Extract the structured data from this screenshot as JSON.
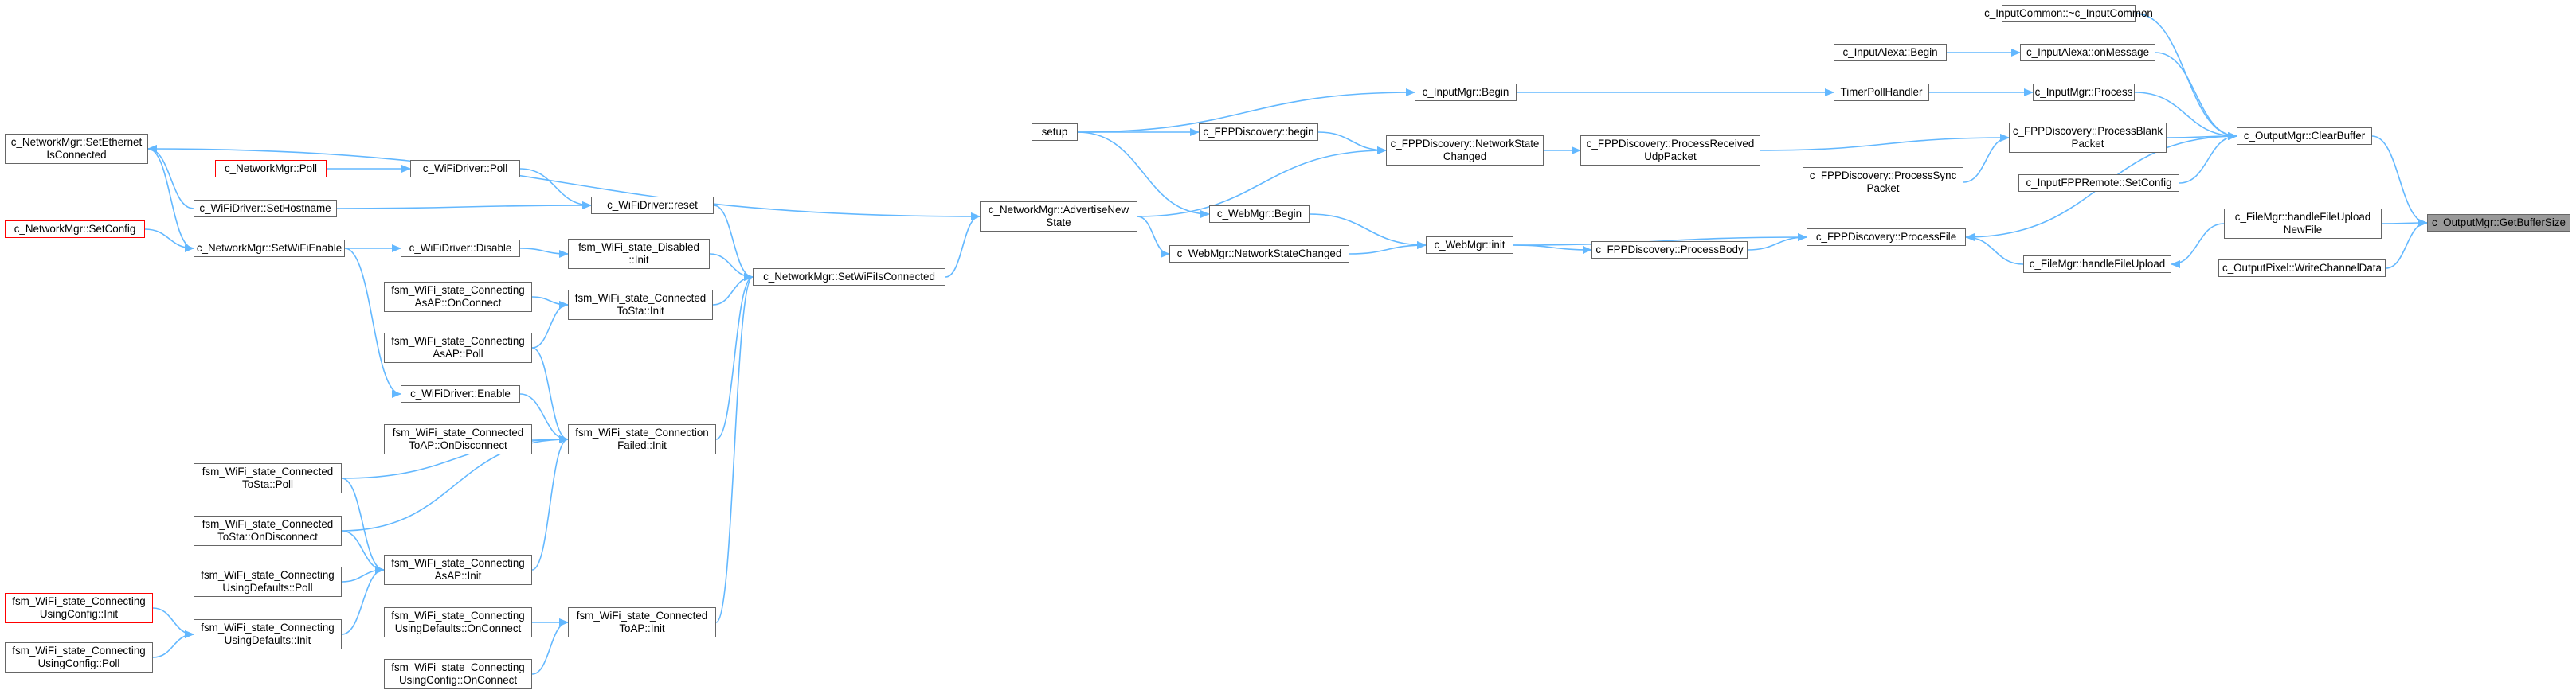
{
  "graph": {
    "edge_color": "#63b8ff",
    "node_border_color": "#666666",
    "highlight_fill": "#999999",
    "truncated_border_color": "#ff0000",
    "nodes": [
      {
        "id": "getbuffersize",
        "label": "c_OutputMgr::GetBufferSize",
        "style": "highlight"
      },
      {
        "id": "clearbuffer",
        "label": "c_OutputMgr::ClearBuffer"
      },
      {
        "id": "handlefileuploadnewfile",
        "label": "c_FileMgr::handleFileUpload\nNewFile"
      },
      {
        "id": "writechanneldata",
        "label": "c_OutputPixel::WriteChannelData"
      },
      {
        "id": "inputcommon_dtor",
        "label": "c_InputCommon::~c_InputCommon"
      },
      {
        "id": "alexa_onmessage",
        "label": "c_InputAlexa::onMessage"
      },
      {
        "id": "alexa_begin",
        "label": "c_InputAlexa::Begin"
      },
      {
        "id": "inputmgr_process",
        "label": "c_InputMgr::Process"
      },
      {
        "id": "timerpollhandler",
        "label": "TimerPollHandler"
      },
      {
        "id": "inputmgr_begin",
        "label": "c_InputMgr::Begin"
      },
      {
        "id": "setup",
        "label": "setup"
      },
      {
        "id": "processblankpacket",
        "label": "c_FPPDiscovery::ProcessBlank\nPacket"
      },
      {
        "id": "processreceivedudp",
        "label": "c_FPPDiscovery::ProcessReceived\nUdpPacket"
      },
      {
        "id": "networkstatechanged_fpp",
        "label": "c_FPPDiscovery::NetworkState\nChanged"
      },
      {
        "id": "fpp_begin",
        "label": "c_FPPDiscovery::begin"
      },
      {
        "id": "processsyncpacket",
        "label": "c_FPPDiscovery::ProcessSync\nPacket"
      },
      {
        "id": "fppremote_setconfig",
        "label": "c_InputFPPRemote::SetConfig"
      },
      {
        "id": "processfile",
        "label": "c_FPPDiscovery::ProcessFile"
      },
      {
        "id": "handlefileupload",
        "label": "c_FileMgr::handleFileUpload"
      },
      {
        "id": "processbody",
        "label": "c_FPPDiscovery::ProcessBody"
      },
      {
        "id": "webmgr_init",
        "label": "c_WebMgr::init"
      },
      {
        "id": "webmgr_begin",
        "label": "c_WebMgr::Begin"
      },
      {
        "id": "webmgr_networkstatechanged",
        "label": "c_WebMgr::NetworkStateChanged"
      },
      {
        "id": "advertisenewstate",
        "label": "c_NetworkMgr::AdvertiseNew\nState"
      },
      {
        "id": "setethernetisconnected",
        "label": "c_NetworkMgr::SetEthernet\nIsConnected"
      },
      {
        "id": "setwifiisconnected",
        "label": "c_NetworkMgr::SetWiFiIsConnected"
      },
      {
        "id": "networkmgr_poll",
        "label": "c_NetworkMgr::Poll",
        "style": "truncated"
      },
      {
        "id": "wifidriver_poll",
        "label": "c_WiFiDriver::Poll"
      },
      {
        "id": "wifidriver_sethostname",
        "label": "c_WiFiDriver::SetHostname"
      },
      {
        "id": "wifidriver_reset",
        "label": "c_WiFiDriver::reset"
      },
      {
        "id": "networkmgr_setconfig",
        "label": "c_NetworkMgr::SetConfig",
        "style": "truncated"
      },
      {
        "id": "setwifienable",
        "label": "c_NetworkMgr::SetWiFiEnable"
      },
      {
        "id": "wifidriver_disable",
        "label": "c_WiFiDriver::Disable"
      },
      {
        "id": "disabled_init",
        "label": "fsm_WiFi_state_Disabled\n::Init"
      },
      {
        "id": "connecting_asap_onconnect",
        "label": "fsm_WiFi_state_Connecting\nAsAP::OnConnect"
      },
      {
        "id": "connectedtosta_init",
        "label": "fsm_WiFi_state_Connected\nToSta::Init"
      },
      {
        "id": "connecting_asap_poll",
        "label": "fsm_WiFi_state_Connecting\nAsAP::Poll"
      },
      {
        "id": "wifidriver_enable",
        "label": "c_WiFiDriver::Enable"
      },
      {
        "id": "connectedtoap_ondisconnect",
        "label": "fsm_WiFi_state_Connected\nToAP::OnDisconnect"
      },
      {
        "id": "connectionfailed_init",
        "label": "fsm_WiFi_state_Connection\nFailed::Init"
      },
      {
        "id": "connectedtosta_poll",
        "label": "fsm_WiFi_state_Connected\nToSta::Poll"
      },
      {
        "id": "connectedtosta_ondisconnect",
        "label": "fsm_WiFi_state_Connected\nToSta::OnDisconnect"
      },
      {
        "id": "connecting_asap_init",
        "label": "fsm_WiFi_state_Connecting\nAsAP::Init"
      },
      {
        "id": "connecting_usingdefaults_poll",
        "label": "fsm_WiFi_state_Connecting\nUsingDefaults::Poll"
      },
      {
        "id": "connecting_usingconfig_init",
        "label": "fsm_WiFi_state_Connecting\nUsingConfig::Init",
        "style": "truncated"
      },
      {
        "id": "connecting_usingdefaults_init",
        "label": "fsm_WiFi_state_Connecting\nUsingDefaults::Init"
      },
      {
        "id": "connecting_usingconfig_poll",
        "label": "fsm_WiFi_state_Connecting\nUsingConfig::Poll"
      },
      {
        "id": "connecting_usingdefaults_onconnect",
        "label": "fsm_WiFi_state_Connecting\nUsingDefaults::OnConnect"
      },
      {
        "id": "connectedtoap_init",
        "label": "fsm_WiFi_state_Connected\nToAP::Init"
      },
      {
        "id": "connecting_usingconfig_onconnect",
        "label": "fsm_WiFi_state_Connecting\nUsingConfig::OnConnect"
      }
    ],
    "edges": [
      [
        "clearbuffer",
        "getbuffersize"
      ],
      [
        "handlefileuploadnewfile",
        "getbuffersize"
      ],
      [
        "writechanneldata",
        "getbuffersize"
      ],
      [
        "inputcommon_dtor",
        "clearbuffer"
      ],
      [
        "alexa_onmessage",
        "clearbuffer"
      ],
      [
        "inputmgr_process",
        "clearbuffer"
      ],
      [
        "processblankpacket",
        "clearbuffer"
      ],
      [
        "fppremote_setconfig",
        "clearbuffer"
      ],
      [
        "processfile",
        "clearbuffer"
      ],
      [
        "alexa_begin",
        "alexa_onmessage"
      ],
      [
        "timerpollhandler",
        "inputmgr_process"
      ],
      [
        "setup",
        "inputmgr_begin"
      ],
      [
        "inputmgr_begin",
        "timerpollhandler"
      ],
      [
        "processreceivedudp",
        "processblankpacket"
      ],
      [
        "processsyncpacket",
        "processblankpacket"
      ],
      [
        "networkstatechanged_fpp",
        "processreceivedudp"
      ],
      [
        "setup",
        "fpp_begin"
      ],
      [
        "fpp_begin",
        "networkstatechanged_fpp"
      ],
      [
        "advertisenewstate",
        "networkstatechanged_fpp"
      ],
      [
        "handlefileupload",
        "processfile"
      ],
      [
        "processbody",
        "processfile"
      ],
      [
        "webmgr_init",
        "processbody"
      ],
      [
        "webmgr_init",
        "processfile"
      ],
      [
        "handlefileuploadnewfile",
        "handlefileupload"
      ],
      [
        "webmgr_begin",
        "webmgr_init"
      ],
      [
        "webmgr_networkstatechanged",
        "webmgr_init"
      ],
      [
        "setup",
        "webmgr_begin"
      ],
      [
        "advertisenewstate",
        "webmgr_networkstatechanged"
      ],
      [
        "setethernetisconnected",
        "advertisenewstate"
      ],
      [
        "setwifiisconnected",
        "advertisenewstate"
      ],
      [
        "networkmgr_poll",
        "wifidriver_poll"
      ],
      [
        "wifidriver_poll",
        "wifidriver_reset"
      ],
      [
        "wifidriver_sethostname",
        "wifidriver_reset"
      ],
      [
        "wifidriver_reset",
        "setwifiisconnected"
      ],
      [
        "networkmgr_setconfig",
        "setwifienable"
      ],
      [
        "setwifienable",
        "setethernetisconnected"
      ],
      [
        "wifidriver_sethostname",
        "setethernetisconnected"
      ],
      [
        "setwifienable",
        "wifidriver_disable"
      ],
      [
        "setwifienable",
        "wifidriver_enable"
      ],
      [
        "wifidriver_disable",
        "disabled_init"
      ],
      [
        "disabled_init",
        "setwifiisconnected"
      ],
      [
        "connectedtosta_init",
        "setwifiisconnected"
      ],
      [
        "connectionfailed_init",
        "setwifiisconnected"
      ],
      [
        "connectedtoap_init",
        "setwifiisconnected"
      ],
      [
        "connecting_asap_onconnect",
        "connectedtosta_init"
      ],
      [
        "connecting_asap_poll",
        "connectedtosta_init"
      ],
      [
        "connecting_asap_poll",
        "connectionfailed_init"
      ],
      [
        "wifidriver_enable",
        "connectionfailed_init"
      ],
      [
        "connectedtoap_ondisconnect",
        "connectionfailed_init"
      ],
      [
        "connectedtosta_poll",
        "connectionfailed_init"
      ],
      [
        "connectedtosta_ondisconnect",
        "connectionfailed_init"
      ],
      [
        "connecting_asap_init",
        "connectionfailed_init"
      ],
      [
        "connectedtosta_poll",
        "connecting_asap_init"
      ],
      [
        "connectedtosta_ondisconnect",
        "connecting_asap_init"
      ],
      [
        "connecting_usingdefaults_poll",
        "connecting_asap_init"
      ],
      [
        "connecting_usingdefaults_init",
        "connecting_asap_init"
      ],
      [
        "connecting_usingconfig_init",
        "connecting_usingdefaults_init"
      ],
      [
        "connecting_usingconfig_poll",
        "connecting_usingdefaults_init"
      ],
      [
        "connecting_usingdefaults_onconnect",
        "connectedtoap_init"
      ],
      [
        "connecting_usingconfig_onconnect",
        "connectedtoap_init"
      ]
    ]
  }
}
